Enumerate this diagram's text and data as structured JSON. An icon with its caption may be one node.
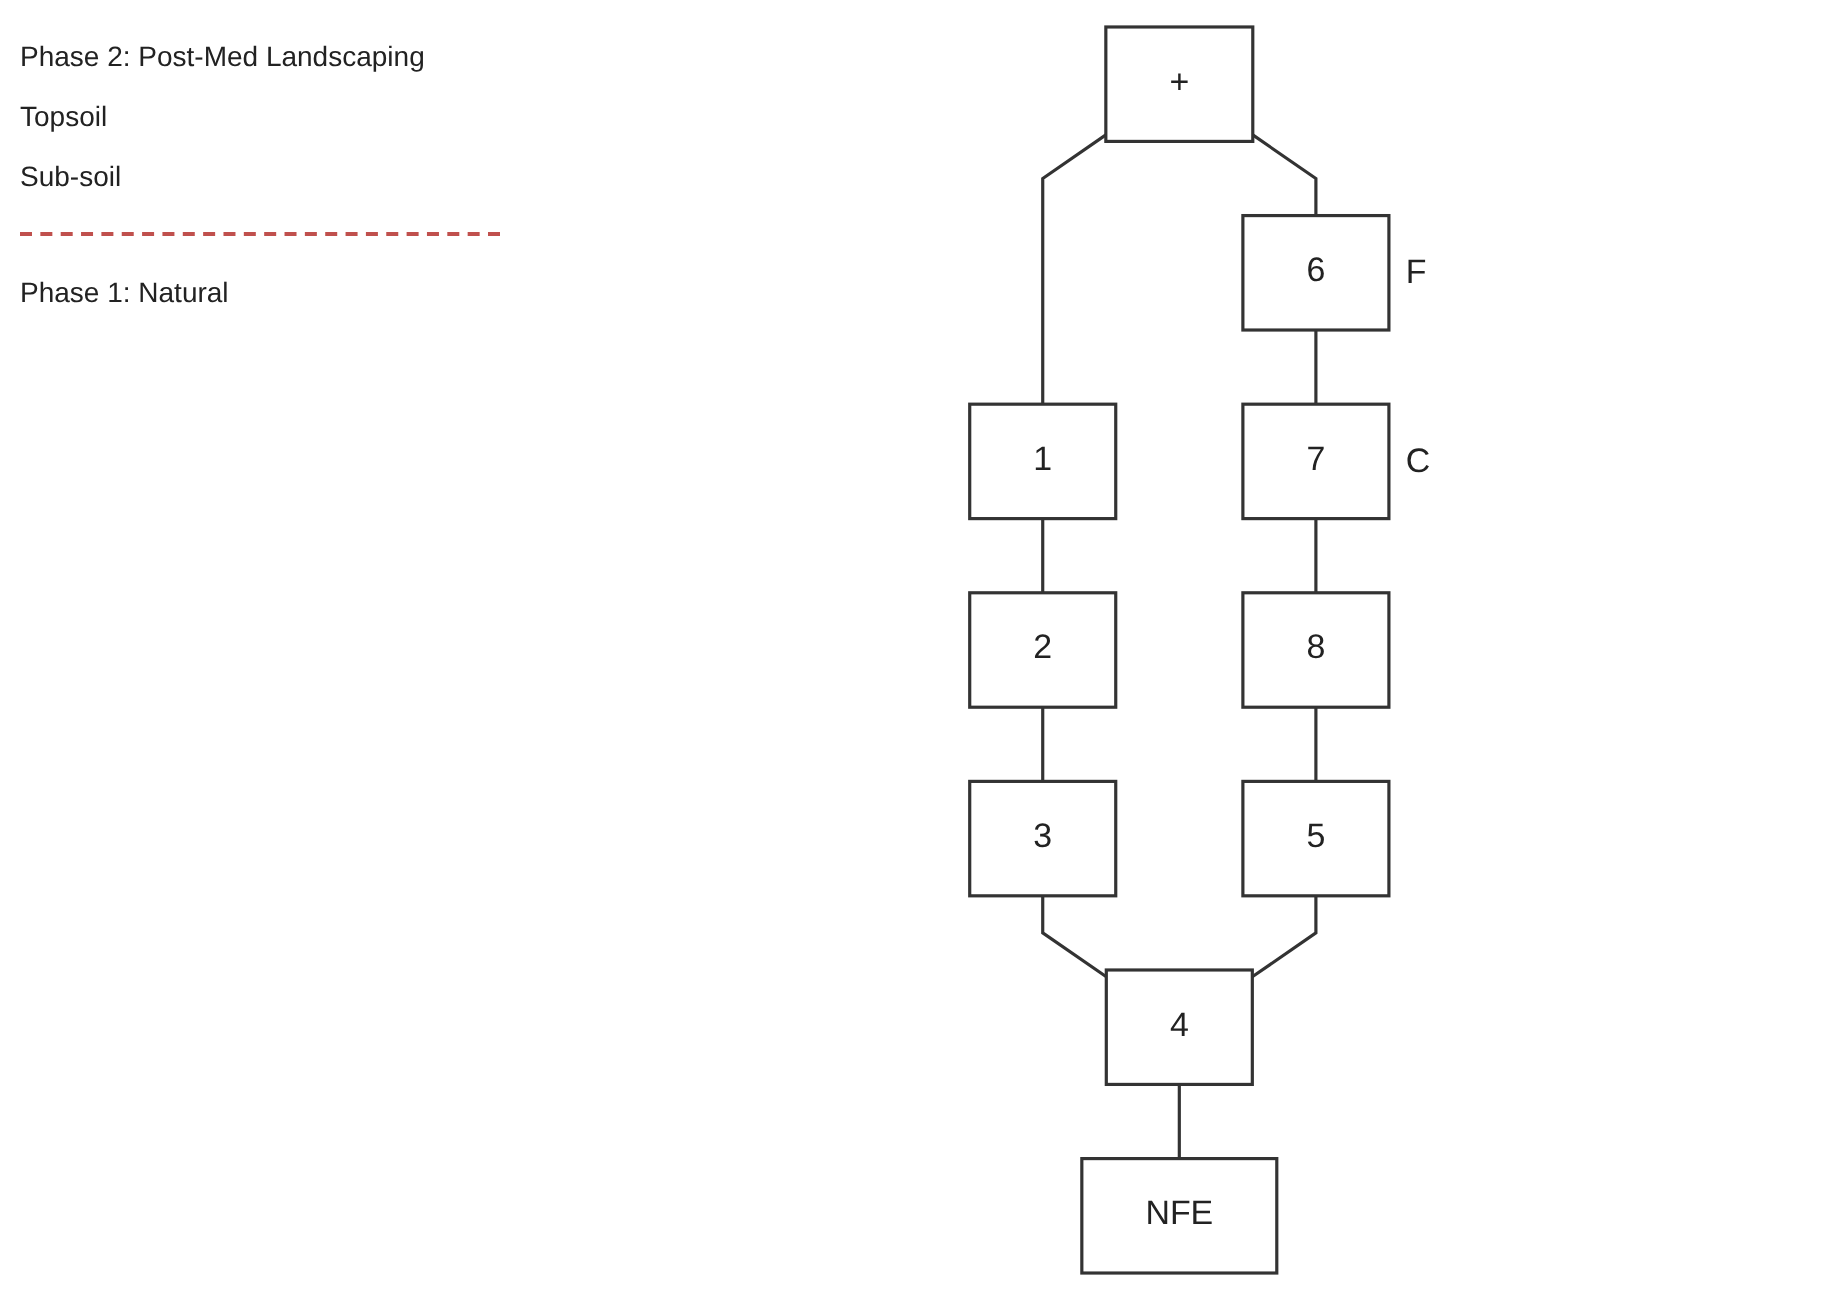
{
  "diagram": {
    "nodes": [
      {
        "text": [
          "+"
        ]
      },
      {
        "text": [
          "6"
        ],
        "beside": [
          "F"
        ]
      },
      {
        "text": [
          "7"
        ],
        "beside": [
          "C"
        ]
      },
      {
        "text": [
          "1"
        ]
      },
      {
        "text": [
          "8"
        ]
      },
      {
        "text": [
          "2"
        ]
      },
      {
        "text": [
          "5"
        ]
      },
      {
        "text": [
          "3"
        ]
      },
      {
        "text": [
          "4"
        ]
      },
      {
        "text": [
          "NFE"
        ]
      }
    ],
    "edges": [
      {
        "from": 0,
        "to": 3,
        "arrow": "none"
      },
      {
        "from": 0,
        "to": 1,
        "arrow": "none"
      },
      {
        "from": 1,
        "to": 2,
        "arrow": "none"
      },
      {
        "from": 2,
        "to": 4,
        "arrow": "none"
      },
      {
        "from": 3,
        "to": 5,
        "arrow": "none"
      },
      {
        "from": 4,
        "to": 6,
        "arrow": "none"
      },
      {
        "from": 5,
        "to": 7,
        "arrow": "none"
      },
      {
        "from": 7,
        "to": 8,
        "arrow": "none"
      },
      {
        "from": 6,
        "to": 8,
        "arrow": "none"
      },
      {
        "from": 8,
        "to": 9,
        "arrow": "none"
      }
    ],
    "labels": [
      "Phase 2: Post-Med Landscaping",
      "Topsoil",
      "Sub-soil",
      "Phase 1: Natural"
    ]
  }
}
